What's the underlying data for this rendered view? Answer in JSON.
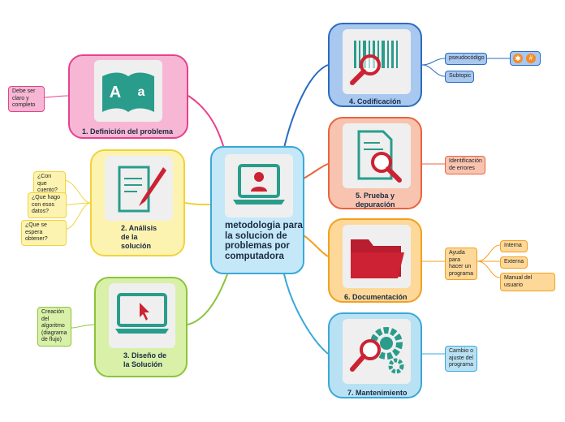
{
  "center": {
    "title": "metodologia para la solucion de problemas por computadora",
    "icon": "computer-user-icon"
  },
  "branches": [
    {
      "id": "definicion",
      "label": "1. Definición del problema",
      "icon": "book-letters-icon",
      "color": "#e8418c",
      "fill": "#f7b7d4"
    },
    {
      "id": "analisis",
      "label": "2. Análisis de la solución",
      "icon": "document-pen-icon",
      "color": "#f2d23a",
      "fill": "#fdf3b0"
    },
    {
      "id": "diseno",
      "label": "3. Diseño de la Solución",
      "icon": "laptop-cursor-icon",
      "color": "#8cc43a",
      "fill": "#d8f0a8"
    },
    {
      "id": "codificacion",
      "label": "4. Codificación",
      "icon": "barcode-magnifier-icon",
      "color": "#2a6cc0",
      "fill": "#a8c8f0"
    },
    {
      "id": "prueba",
      "label": "5. Prueba y depuración",
      "icon": "document-magnifier-icon",
      "color": "#e8643c",
      "fill": "#f8c4b0"
    },
    {
      "id": "documentacion",
      "label": "6. Documentación",
      "icon": "folder-icon",
      "color": "#f2a020",
      "fill": "#fdd898"
    },
    {
      "id": "mantenimiento",
      "label": "7. Mantenimiento",
      "icon": "gears-magnifier-icon",
      "color": "#3aa8d8",
      "fill": "#b8e2f4"
    }
  ],
  "notes": {
    "definicion": [
      "Debe ser claro y completo"
    ],
    "analisis": [
      "¿Con que cuento?",
      "¿Que hago con esos datos?",
      "¿Que se espera obtener?"
    ],
    "diseno": [
      "Creación del algoritmo (diagrama de flujo)"
    ],
    "codificacion": [
      "pseudocódigo",
      "Subtopic"
    ],
    "prueba": [
      "Identificación de errores"
    ],
    "documentacion": {
      "main": "Ayuda para hacer un programa",
      "subs": [
        "Interna",
        "Externa",
        "Manual del usuario"
      ]
    },
    "mantenimiento": [
      "Cambio o ajuste del programa"
    ]
  },
  "marker_icons": [
    "star-marker-icon",
    "hash-marker-icon"
  ]
}
